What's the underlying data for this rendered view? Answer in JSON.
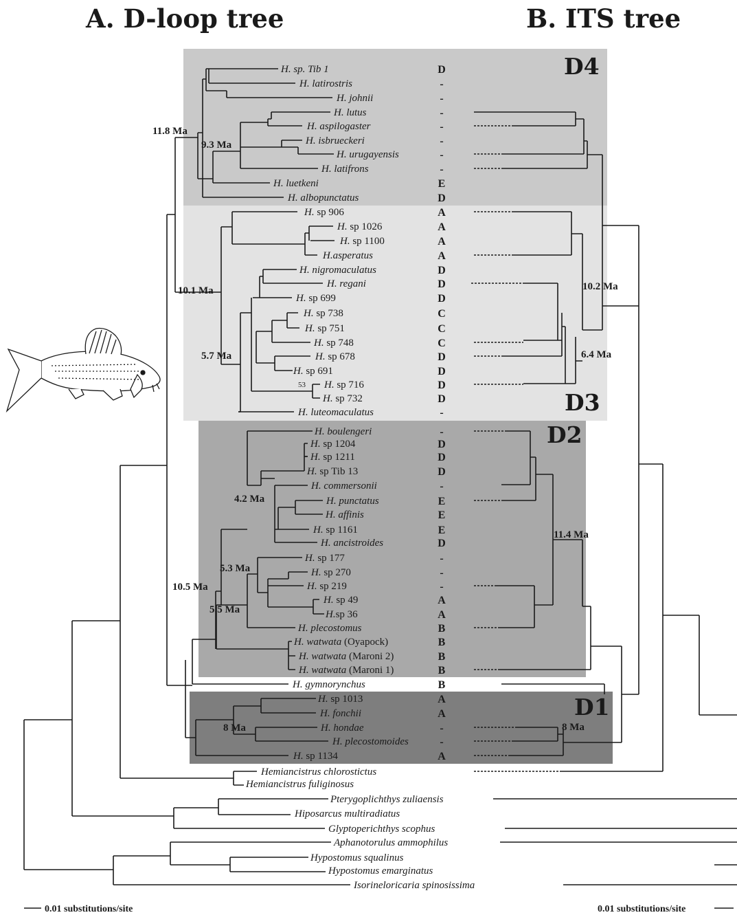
{
  "titles": {
    "left": "A. D-loop tree",
    "right": "B. ITS tree"
  },
  "clades": {
    "d4": "D4",
    "d3": "D3",
    "d2": "D2",
    "d1": "D1"
  },
  "colors": {
    "d4": "#c9c9c9",
    "d3": "#e3e3e3",
    "d2": "#a9a9a9",
    "d1": "#7e7e7e",
    "line": "#1a1a1a"
  },
  "ages": {
    "a11_8": "11.8 Ma",
    "a9_3": "9.3 Ma",
    "a10_1": "10.1 Ma",
    "a5_7": "5.7 Ma",
    "a4_2": "4.2 Ma",
    "a5_3": "5.3 Ma",
    "a10_5": "10.5 Ma",
    "a5_5": "5.5 Ma",
    "a8_left": "8 Ma",
    "a10_2": "10.2 Ma",
    "a6_4": "6.4 Ma",
    "a11_4": "11.4 Ma",
    "a8_right": "8 Ma"
  },
  "bootstrap": {
    "b53": "53"
  },
  "scales": {
    "left": "0.01 substitutions/site",
    "right": "0.01 substitutions/site"
  },
  "fish": {
    "icon": "pleco-fish-drawing"
  },
  "taxa": [
    {
      "g": "H.",
      "n": " sp. Tib 1",
      "c": "D"
    },
    {
      "g": "H.",
      "n": " latirostris",
      "c": "-"
    },
    {
      "g": "H.",
      "n": " johnii",
      "c": "-"
    },
    {
      "g": "H.",
      "n": " lutus",
      "c": "-"
    },
    {
      "g": "H.",
      "n": " aspilogaster",
      "c": "-"
    },
    {
      "g": "H.",
      "n": " isbrueckeri",
      "c": "-"
    },
    {
      "g": "H.",
      "n": " urugayensis",
      "c": "-"
    },
    {
      "g": "H.",
      "n": " latifrons",
      "c": "-"
    },
    {
      "g": "H.",
      "n": "  luetkeni",
      "c": "E"
    },
    {
      "g": "H.",
      "n": "  albopunctatus",
      "c": "D"
    },
    {
      "g": "H.",
      "n": " sp 906",
      "c": "A",
      "up": true
    },
    {
      "g": "H.",
      "n": " sp 1026",
      "c": "A",
      "up": true
    },
    {
      "g": "H.",
      "n": " sp 1100",
      "c": "A",
      "up": true
    },
    {
      "g": "H.",
      "n": "asperatus",
      "c": "A"
    },
    {
      "g": "H.",
      "n": " nigromaculatus",
      "c": "D"
    },
    {
      "g": "H.",
      "n": " regani",
      "c": "D"
    },
    {
      "g": "H.",
      "n": " sp 699",
      "c": "D",
      "up": true
    },
    {
      "g": "H.",
      "n": " sp 738",
      "c": "C",
      "up": true
    },
    {
      "g": "H.",
      "n": " sp 751",
      "c": "C",
      "up": true
    },
    {
      "g": "H.",
      "n": " sp 748",
      "c": "C",
      "up": true
    },
    {
      "g": "H.",
      "n": " sp 678",
      "c": "D",
      "up": true
    },
    {
      "g": "H.",
      "n": " sp 691",
      "c": "D",
      "up": true
    },
    {
      "g": "H.",
      "n": " sp 716",
      "c": "D",
      "up": true
    },
    {
      "g": "H.",
      "n": " sp 732",
      "c": "D",
      "up": true
    },
    {
      "g": "H.",
      "n": " luteomaculatus",
      "c": "-"
    },
    {
      "g": "H.",
      "n": " boulengeri",
      "c": "-"
    },
    {
      "g": "H.",
      "n": " sp 1204",
      "c": "D",
      "up": true
    },
    {
      "g": "H.",
      "n": " sp 1211",
      "c": "D",
      "up": true
    },
    {
      "g": "H.",
      "n": " sp Tib 13",
      "c": "D",
      "up": true
    },
    {
      "g": "H.",
      "n": " commersonii",
      "c": "-"
    },
    {
      "g": "H.",
      "n": " punctatus",
      "c": "E"
    },
    {
      "g": "H.",
      "n": " affinis",
      "c": "E"
    },
    {
      "g": "H.",
      "n": " sp 1161",
      "c": "E",
      "up": true
    },
    {
      "g": "H.",
      "n": " ancistroides",
      "c": "D"
    },
    {
      "g": "H.",
      "n": " sp 177",
      "c": "-",
      "up": true
    },
    {
      "g": "H.",
      "n": " sp 270",
      "c": "-",
      "up": true
    },
    {
      "g": "H.",
      "n": " sp 219",
      "c": "-",
      "up": true
    },
    {
      "g": "H.",
      "n": " sp 49",
      "c": "A",
      "up": true
    },
    {
      "g": "H.",
      "n": "sp 36",
      "c": "A",
      "up": true
    },
    {
      "g": "H.",
      "n": " plecostomus",
      "c": "B"
    },
    {
      "g": "H.",
      "n": " watwata",
      "s": " (Oyapock)",
      "c": "B"
    },
    {
      "g": "H.",
      "n": " watwata",
      "s": " (Maroni 2)",
      "c": "B"
    },
    {
      "g": "H.",
      "n": " watwata",
      "s": " (Maroni 1)",
      "c": "B"
    },
    {
      "g": "H.",
      "n": " gymnorynchus",
      "c": "B"
    },
    {
      "g": "H.",
      "n": " sp 1013",
      "c": "A",
      "up": true
    },
    {
      "g": "H.",
      "n": " fonchii",
      "c": "A"
    },
    {
      "g": "H.",
      "n": " hondae",
      "c": "-"
    },
    {
      "g": "H.",
      "n": " plecostomoides",
      "c": "-"
    },
    {
      "g": "H.",
      "n": " sp 1134",
      "c": "A",
      "up": true
    },
    {
      "g": "",
      "n": "Hemiancistrus chlorostictus",
      "c": ""
    },
    {
      "g": "",
      "n": "Hemiancistrus fuliginosus",
      "c": ""
    },
    {
      "g": "",
      "n": "Pterygoplichthys zuliaensis",
      "c": ""
    },
    {
      "g": "",
      "n": "Hiposarcus multiradiatus",
      "c": ""
    },
    {
      "g": "",
      "n": "Glyptoperichthys scophus",
      "c": ""
    },
    {
      "g": "",
      "n": "Aphanotorulus ammophilus",
      "c": ""
    },
    {
      "g": "",
      "n": "Hypostomus squalinus",
      "c": ""
    },
    {
      "g": "",
      "n": "Hypostomus emarginatus",
      "c": ""
    },
    {
      "g": "",
      "n": "Isorineloricaria spinosissima",
      "c": ""
    }
  ]
}
